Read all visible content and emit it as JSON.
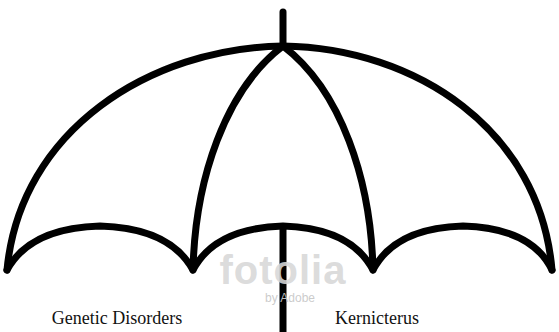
{
  "diagram": {
    "labels": [
      "Genetic Disorders",
      "Kernicterus",
      "fotolia",
      "by Adobe"
    ]
  }
}
